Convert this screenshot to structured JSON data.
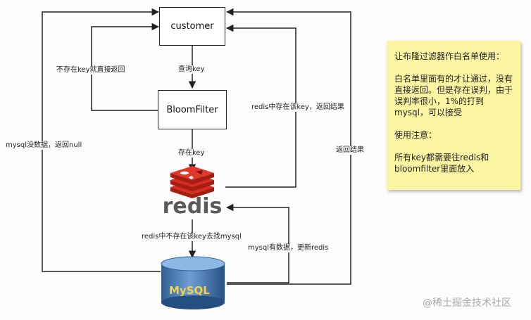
{
  "nodes": {
    "customer": "customer",
    "bloomfilter": "BloomFilter",
    "redis_logo": "redis",
    "mysql_logo": "MySQL"
  },
  "edges": {
    "query_key": "查询key",
    "not_exist_return": "不存在key就直接返回",
    "exist_key": "存在key",
    "redis_has_key_return": "redis中存在该key，返回结果",
    "redis_no_key_find_mysql": "redis中不存在该key去找mysql",
    "mysql_has_data_update_redis": "mysql有数据，更新redis",
    "mysql_no_data_return_null": "mysql没数据，返回null",
    "return_result": "返回结果"
  },
  "note": {
    "title": "让布隆过滤器作白名单使用：",
    "body": "白名单里面有的才让通过，没有直接返回。但是存在误判，由于误判率很小，1%的打到mysql，可以接受",
    "caution_title": "使用注意：",
    "caution_body": "所有key都需要往redis和bloomfilter里面放入"
  },
  "watermark": "@稀土掘金技术社区",
  "colors": {
    "redis_red": "#d82c20",
    "redis_dark": "#a41e11",
    "mysql_blue": "#3b6fa8",
    "note_yellow": "#fcf6a3"
  }
}
